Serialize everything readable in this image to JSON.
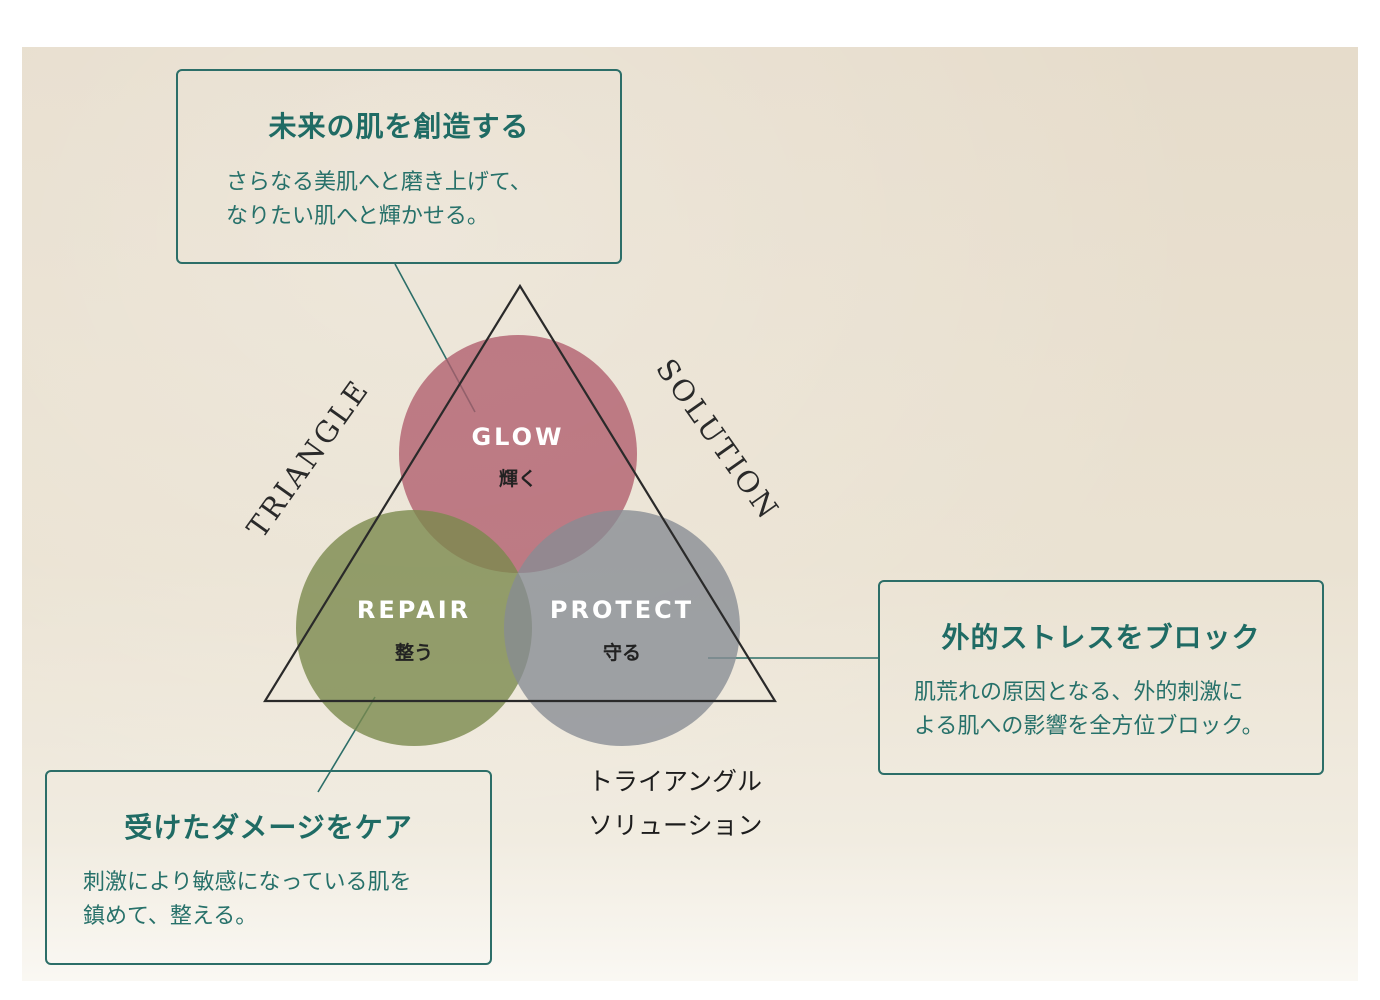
{
  "diagram": {
    "side_left": "TRIANGLE",
    "side_right": "SOLUTION",
    "circles": {
      "glow": {
        "label": "GLOW",
        "sub": "輝く",
        "color": "#b05c6c"
      },
      "repair": {
        "label": "REPAIR",
        "sub": "整う",
        "color": "#7b8a4e"
      },
      "protect": {
        "label": "PROTECT",
        "sub": "守る",
        "color": "#868c93"
      }
    },
    "caption": {
      "line1": "トライアングル",
      "line2": "ソリューション"
    }
  },
  "boxes": {
    "glow": {
      "title": "未来の肌を創造する",
      "line1": "さらなる美肌へと磨き上げて、",
      "line2": "なりたい肌へと輝かせる。"
    },
    "protect": {
      "title": "外的ストレスをブロック",
      "line1": "肌荒れの原因となる、外的刺激に",
      "line2": "よる肌への影響を全方位ブロック。"
    },
    "repair": {
      "title": "受けたダメージをケア",
      "line1": "刺激により敏感になっている肌を",
      "line2": "鎮めて、整える。"
    }
  },
  "colors": {
    "accent": "#2c6e68",
    "triangle": "#2a2a2a"
  }
}
